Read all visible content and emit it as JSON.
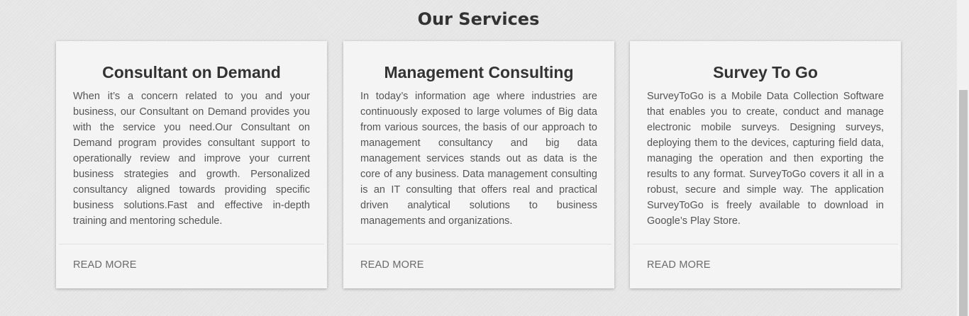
{
  "section": {
    "title": "Our Services"
  },
  "cards": [
    {
      "title": "Consultant on Demand",
      "text": "When it’s a concern related to you and your business, our Consultant on Demand provides you with the service you need.Our Consultant on Demand program provides consultant support to operationally review and improve your current business strategies and growth. Personalized consultancy aligned towards providing specific business solutions.Fast and effective in-depth training and mentoring schedule.",
      "link": "READ MORE"
    },
    {
      "title": "Management Consulting",
      "text": "In today’s information age where industries are continuously exposed to large volumes of Big data from various sources, the basis of our approach to management consultancy and big data management services stands out as data is the core of any business. Data management consulting is an IT consulting that offers real and practical driven analytical solutions to business managements and organizations.",
      "link": "READ MORE"
    },
    {
      "title": "Survey To Go",
      "text": "SurveyToGo is a Mobile Data Collection Software that enables you to create, conduct and manage electronic mobile surveys. Designing surveys, deploying them to the devices, capturing field data, managing the operation and then exporting the results to any format. SurveyToGo covers it all in a robust, secure and simple way. The application SurveyToGo is freely available to download in Google’s Play Store.",
      "link": "READ MORE"
    }
  ]
}
